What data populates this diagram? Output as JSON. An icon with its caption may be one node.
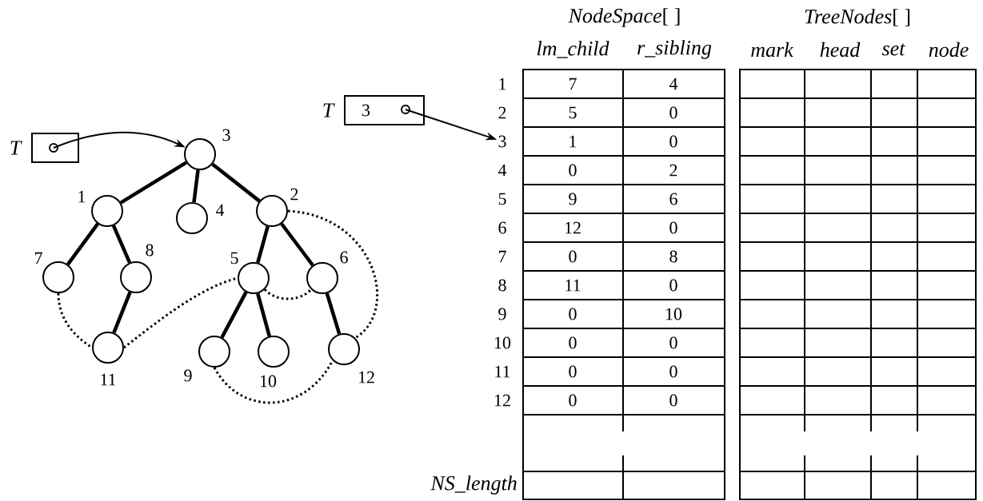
{
  "diagram": {
    "nodes": [
      {
        "text": [],
        "shape": "box",
        "beside": [
          "T"
        ]
      },
      {
        "text": [],
        "shape": "circle",
        "beside": [
          "3"
        ]
      },
      {
        "text": [],
        "shape": "circle",
        "beside": [
          "1"
        ]
      },
      {
        "text": [],
        "shape": "circle",
        "beside": [
          "4"
        ]
      },
      {
        "text": [],
        "shape": "circle",
        "beside": [
          "2"
        ]
      },
      {
        "text": [],
        "shape": "circle",
        "beside": [
          "7"
        ]
      },
      {
        "text": [],
        "shape": "circle",
        "beside": [
          "8"
        ]
      },
      {
        "text": [],
        "shape": "circle",
        "beside": [
          "5"
        ]
      },
      {
        "text": [],
        "shape": "circle",
        "beside": [
          "6"
        ]
      },
      {
        "text": [],
        "shape": "circle",
        "beside": [
          "11"
        ]
      },
      {
        "text": [],
        "shape": "circle",
        "beside": [
          "9"
        ]
      },
      {
        "text": [],
        "shape": "circle",
        "beside": [
          "10"
        ]
      },
      {
        "text": [],
        "shape": "circle",
        "beside": [
          "12"
        ]
      },
      {
        "text": [
          "3"
        ],
        "beside": [
          "T"
        ]
      },
      {
        "text": [
          "3"
        ]
      }
    ],
    "edges": [
      {
        "from": 0,
        "to": 1,
        "arrow": "to"
      },
      {
        "from": 1,
        "to": 2,
        "arrow": "none"
      },
      {
        "from": 1,
        "to": 3,
        "arrow": "none"
      },
      {
        "from": 1,
        "to": 4,
        "arrow": "none"
      },
      {
        "from": 2,
        "to": 5,
        "arrow": "none"
      },
      {
        "from": 2,
        "to": 6,
        "arrow": "none"
      },
      {
        "from": 6,
        "to": 9,
        "arrow": "none"
      },
      {
        "from": 4,
        "to": 7,
        "arrow": "none"
      },
      {
        "from": 4,
        "to": 8,
        "arrow": "none"
      },
      {
        "from": 7,
        "to": 10,
        "arrow": "none"
      },
      {
        "from": 7,
        "to": 11,
        "arrow": "none"
      },
      {
        "from": 8,
        "to": 12,
        "arrow": "none"
      },
      {
        "from": 5,
        "to": 9,
        "arrow": "none",
        "style": "dashed"
      },
      {
        "from": 9,
        "to": 7,
        "arrow": "none",
        "style": "dashed"
      },
      {
        "from": 7,
        "to": 8,
        "arrow": "none",
        "style": "dashed"
      },
      {
        "from": 4,
        "to": 12,
        "arrow": "none",
        "style": "dashed"
      },
      {
        "from": 10,
        "to": 12,
        "arrow": "none",
        "style": "dashed"
      },
      {
        "from": 13,
        "to": 14,
        "arrow": "to"
      }
    ],
    "labels": [
      "*NodeSpace*[ ]",
      "*TreeNodes*[ ]",
      "lm_child",
      "r_sibling",
      "mark",
      "head",
      "set",
      "node",
      "1",
      "7",
      "4",
      "2",
      "5",
      "0",
      "1",
      "0",
      "4",
      "0",
      "2",
      "5",
      "9",
      "6",
      "6",
      "12",
      "0",
      "7",
      "0",
      "8",
      "8",
      "11",
      "0",
      "9",
      "0",
      "10",
      "10",
      "0",
      "0",
      "11",
      "0",
      "0",
      "12",
      "0",
      "0",
      "NS_length"
    ]
  }
}
